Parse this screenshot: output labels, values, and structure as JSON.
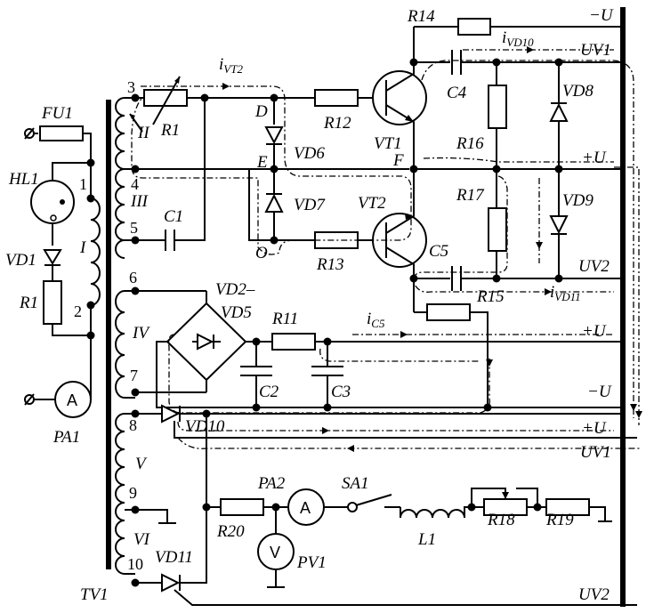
{
  "labels": {
    "FU1": "FU1",
    "HL1": "HL1",
    "VD1": "VD1",
    "R1_left": "R1",
    "PA1": "PA1",
    "TV1": "TV1",
    "R1_top": "R1",
    "II": "II",
    "III": "III",
    "IV": "IV",
    "V": "V",
    "VI": "VI",
    "I_winding": "I",
    "C1": "C1",
    "C2": "C2",
    "C3": "C3",
    "C4": "C4",
    "C5": "C5",
    "R11": "R11",
    "R12": "R12",
    "R13": "R13",
    "R14": "R14",
    "R15": "R15",
    "R16": "R16",
    "R17": "R17",
    "R18": "R18",
    "R19": "R19",
    "R20": "R20",
    "VD6": "VD6",
    "VD7": "VD7",
    "VD8": "VD8",
    "VD9": "VD9",
    "VD10": "VD10",
    "VD11": "VD11",
    "VD2_VD5_a": "VD2–",
    "VD2_VD5_b": "VD5",
    "VT1": "VT1",
    "VT2": "VT2",
    "PA2": "PA2",
    "PV1": "PV1",
    "SA1": "SA1",
    "L1": "L1",
    "node_D": "D",
    "node_E": "E",
    "node_F": "F",
    "node_O": "O",
    "minus_U_top": "−U",
    "plus_U_1": "+U",
    "plus_U_2": "+U",
    "minus_U_2": "−U",
    "plus_U_3": "+U",
    "UV1_top": "UV1",
    "UV2_mid": "UV2",
    "UV1_bot": "UV1",
    "UV2_bot": "UV2",
    "i_VT2": "i",
    "i_VT2_sub": "VT2",
    "i_VD10": "i",
    "i_VD10_sub": "VD10",
    "i_VD11": "i",
    "i_VD11_sub": "VD11",
    "i_C5": "i",
    "i_C5_sub": "C5",
    "meter_A1": "A",
    "meter_A2": "A",
    "meter_V": "V"
  },
  "pins": [
    "1",
    "2",
    "3",
    "4",
    "5",
    "6",
    "7",
    "8",
    "9",
    "10"
  ]
}
